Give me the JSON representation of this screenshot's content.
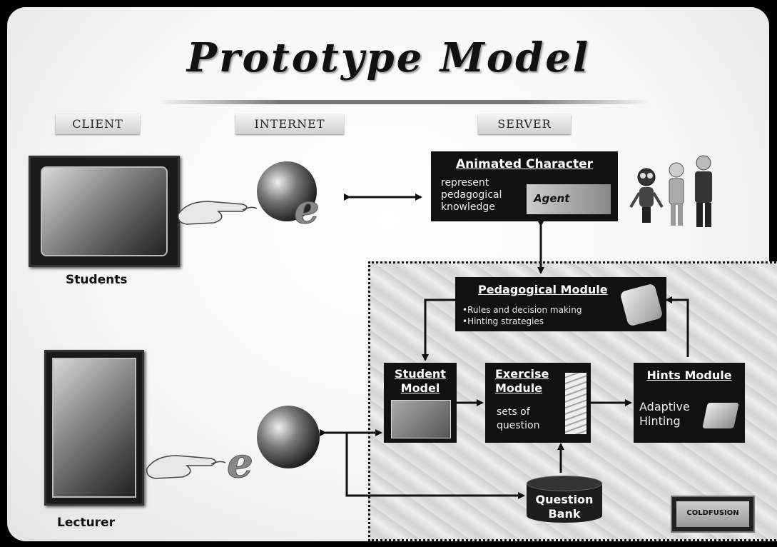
{
  "title": "Prototype Model",
  "tiers": {
    "client": "CLIENT",
    "internet": "INTERNET",
    "server": "SERVER"
  },
  "captions": {
    "students": "Students",
    "lecturer": "Lecturer"
  },
  "animated_character": {
    "heading": "Animated Character",
    "lines": [
      "represent",
      "pedagogical",
      "knowledge"
    ],
    "logo_text": "Agent"
  },
  "pedagogical_module": {
    "heading": "Pedagogical Module",
    "bullets": [
      "•Rules and decision making",
      "•Hinting strategies"
    ]
  },
  "student_model": {
    "heading_line1": "Student",
    "heading_line2": "Model"
  },
  "exercise_module": {
    "heading_line1": "Exercise",
    "heading_line2": "Module",
    "body_line1": "sets  of",
    "body_line2": "question"
  },
  "hints_module": {
    "heading": "Hints Module",
    "body_line1": "Adaptive",
    "body_line2": "Hinting"
  },
  "question_bank": {
    "line1": "Question",
    "line2": "Bank"
  },
  "coldfusion_badge": "COLDFUSION",
  "colors": {
    "background": "#000000",
    "slide": "#f4f4f4",
    "module_fill": "#111111",
    "module_text": "#ffffff"
  }
}
